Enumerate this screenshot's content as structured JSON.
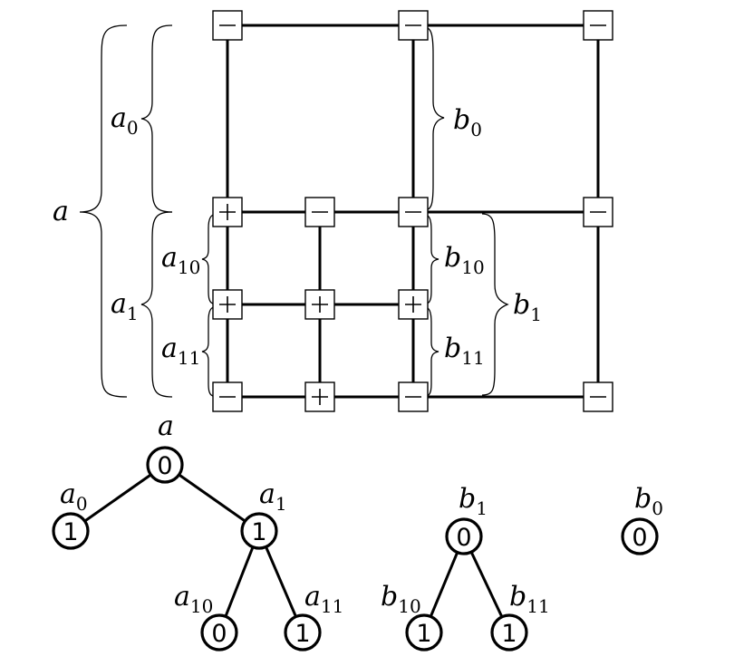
{
  "grid": {
    "signs": {
      "r0": [
        "−",
        "−",
        "−"
      ],
      "r1": [
        "+",
        "−",
        "−",
        "−"
      ],
      "r2": [
        "+",
        "+",
        "+"
      ],
      "r3": [
        "−",
        "+",
        "−",
        "−"
      ]
    }
  },
  "labels": {
    "a": {
      "main": "a",
      "sub": ""
    },
    "a0": {
      "main": "a",
      "sub": "0"
    },
    "a1": {
      "main": "a",
      "sub": "1"
    },
    "a10": {
      "main": "a",
      "sub": "10"
    },
    "a11": {
      "main": "a",
      "sub": "11"
    },
    "b0": {
      "main": "b",
      "sub": "0"
    },
    "b1": {
      "main": "b",
      "sub": "1"
    },
    "b10": {
      "main": "b",
      "sub": "10"
    },
    "b11": {
      "main": "b",
      "sub": "11"
    }
  },
  "trees": {
    "a": {
      "root": "0",
      "left": "1",
      "right": "1",
      "right_left": "0",
      "right_right": "1"
    },
    "b1": {
      "root": "0",
      "left": "1",
      "right": "1"
    },
    "b0": {
      "root": "0"
    }
  }
}
